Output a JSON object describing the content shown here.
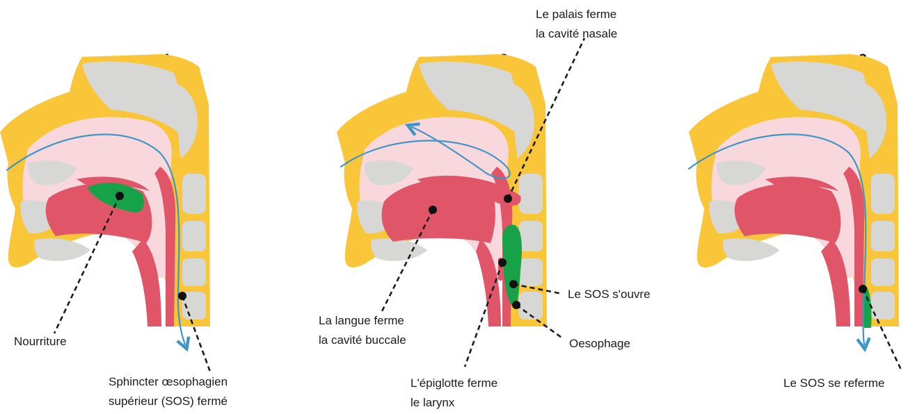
{
  "panels": [
    {
      "number": "1",
      "labels": {
        "nourriture": "Nourriture",
        "sos_line1": "Sphincter œsophagien",
        "sos_line2": "supérieur (SOS) fermé"
      }
    },
    {
      "number": "2",
      "labels": {
        "palais_line1": "Le palais ferme",
        "palais_line2": "la cavité nasale",
        "sos_ouvre": "Le SOS s'ouvre",
        "langue_line1": "La langue ferme",
        "langue_line2": "la cavité buccale",
        "oesophage": "Oesophage",
        "epiglotte_line1": "L'épiglotte ferme",
        "epiglotte_line2": "le larynx"
      }
    },
    {
      "number": "3",
      "labels": {
        "sos_referme": "Le SOS se referme"
      }
    }
  ],
  "colors": {
    "bone": "#f9c63a",
    "tissue_pink": "#f8d8dd",
    "bone_gray": "#d7d7d6",
    "muscle_red": "#e05568",
    "food_green": "#17a24a",
    "flow_arrow": "#3f95c6"
  }
}
